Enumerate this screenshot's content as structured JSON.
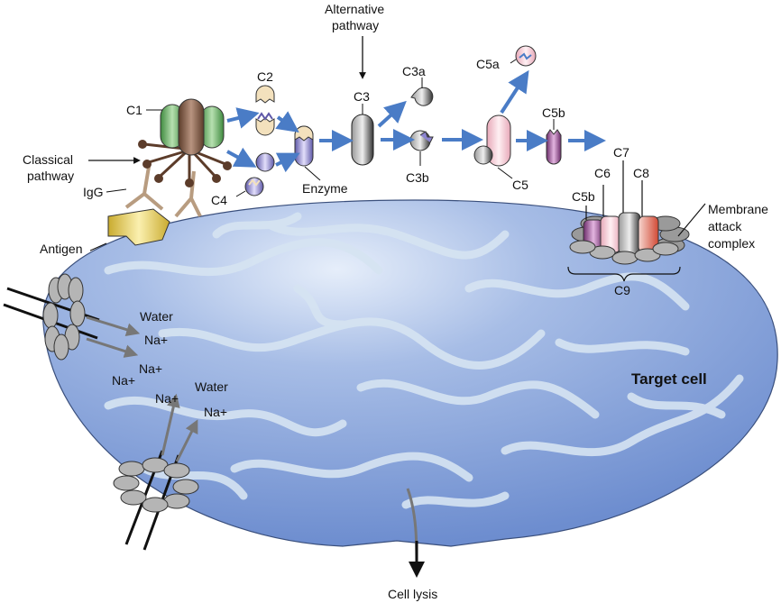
{
  "labels": {
    "alternative_pathway_1": "Alternative",
    "alternative_pathway_2": "pathway",
    "c1": "C1",
    "c2": "C2",
    "c3": "C3",
    "c3a": "C3a",
    "c5a": "C5a",
    "c5b_top": "C5b",
    "c7": "C7",
    "c6": "C6",
    "c8": "C8",
    "c5b_mac": "C5b",
    "mac_1": "Membrane",
    "mac_2": "attack",
    "mac_3": "complex",
    "c9": "C9",
    "classical_1": "Classical",
    "classical_2": "pathway",
    "igg": "IgG",
    "c4": "C4",
    "enzyme": "Enzyme",
    "c3b": "C3b",
    "c5": "C5",
    "antigen": "Antigen",
    "water_1": "Water",
    "na_1": "Na+",
    "na_2": "Na+",
    "na_3": "Na+",
    "na_4": "Na+",
    "water_2": "Water",
    "na_5": "Na+",
    "target_cell": "Target cell",
    "cell_lysis": "Cell lysis"
  },
  "colors": {
    "cell": "#7f9ed8",
    "cell_channels": "#d6e4f2",
    "arrow_blue": "#4a7cc6",
    "c1_green": "#5aa75a",
    "c1_brown": "#7a5540",
    "c3_gray": "#555555",
    "c5_pink": "#f1c3cf",
    "c5b_purple": "#8e3f8a",
    "antigen_yellow": "#e7cf5a"
  }
}
